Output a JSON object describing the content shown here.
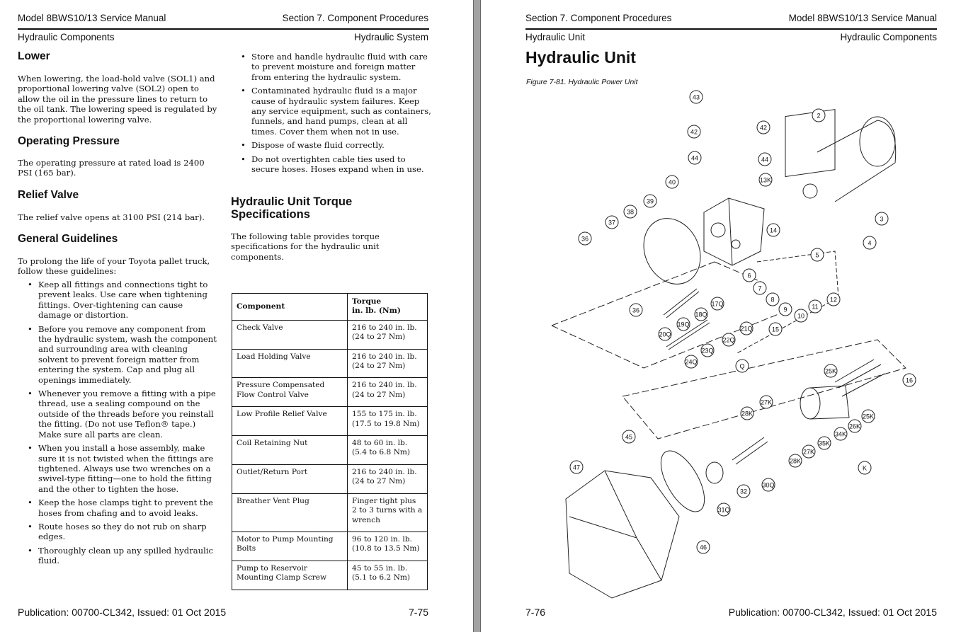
{
  "left_page": {
    "header_left": "Model 8BWS10/13 Service Manual",
    "header_right": "Section 7.  Component Procedures",
    "subheader_left": "Hydraulic Components",
    "subheader_right": "Hydraulic System",
    "lower_title": "Lower",
    "lower_text": "When lowering, the load-hold valve (SOL1) and proportional lowering valve (SOL2) open to allow the oil in the pressure lines to return to the oil tank. The lowering speed is regulated by the proportional lowering valve.",
    "op_title": "Operating Pressure",
    "op_text": "The operating pressure at rated load is 2400 PSI (165 bar).",
    "relief_title": "Relief Valve",
    "relief_text": "The relief valve opens at 3100 PSI (214 bar).",
    "gg_title": "General Guidelines",
    "gg_intro": "To prolong the life of your Toyota pallet truck, follow these guidelines:",
    "gg_items": [
      "Keep all fittings and connections tight to prevent leaks. Use care when tightening fittings. Over-tightening can cause damage or distortion.",
      "Before you remove any component from the hydraulic system, wash the component and surrounding area with cleaning solvent to prevent foreign matter from entering the system. Cap and plug all openings immediately.",
      "Whenever you remove a fitting with a pipe thread, use a sealing compound on the outside of the threads before you reinstall the fitting. (Do not use Teflon® tape.) Make sure all parts are clean.",
      "When you install a hose assembly, make sure it is not twisted when the fittings are tightened. Always use two wrenches on a swivel-type fitting—one to hold the fitting and the other to tighten the hose.",
      "Keep the hose clamps tight to prevent the hoses from chafing and to avoid leaks.",
      "Route hoses so they do not rub on sharp edges.",
      "Thoroughly clean up any spilled hydraulic fluid."
    ],
    "col2_items": [
      "Store and handle hydraulic fluid with care to prevent moisture and foreign matter from entering the hydraulic system.",
      "Contaminated hydraulic fluid is a major cause of hydraulic system failures. Keep any service equipment, such as containers, funnels, and hand pumps, clean at all times. Cover them when not in use.",
      "Dispose of waste fluid correctly.",
      "Do not overtighten cable ties used to secure hoses. Hoses expand when in use."
    ],
    "torque_title": "Hydraulic Unit Torque Specifications",
    "torque_intro": "The following table provides torque specifications for the hydraulic unit components.",
    "table": {
      "headers": [
        "Component",
        "Torque\nin. lb. (Nm)"
      ],
      "rows": [
        [
          "Check Valve",
          "216 to 240 in. lb.\n(24 to 27 Nm)"
        ],
        [
          "Load Holding Valve",
          "216 to 240 in. lb.\n(24 to 27 Nm)"
        ],
        [
          "Pressure Compensated Flow Control Valve",
          "216 to 240 in. lb.\n(24 to 27 Nm)"
        ],
        [
          "Low Profile Relief Valve",
          "155 to 175 in. lb.\n(17.5 to 19.8 Nm)"
        ],
        [
          "Coil Retaining Nut",
          "48 to 60 in. lb.\n(5.4 to 6.8 Nm)"
        ],
        [
          "Outlet/Return Port",
          "216 to 240 in. lb.\n(24 to 27 Nm)"
        ],
        [
          "Breather Vent Plug",
          "Finger tight plus 2 to 3 turns with a wrench"
        ],
        [
          "Motor to Pump Mounting Bolts",
          "96 to 120 in. lb.\n(10.8 to 13.5 Nm)"
        ],
        [
          "Pump to Reservoir Mounting Clamp Screw",
          "45 to 55 in. lb.\n(5.1 to 6.2 Nm)"
        ]
      ]
    },
    "footer_left": "Publication: 00700-CL342, Issued: 01 Oct 2015",
    "footer_right": "7-75"
  },
  "right_page": {
    "header_left": "Section 7.  Component Procedures",
    "header_right": "Model 8BWS10/13 Service Manual",
    "subheader_left": "Hydraulic Unit",
    "subheader_right": "Hydraulic Components",
    "title": "Hydraulic Unit",
    "figure_caption": "Figure 7-81.    Hydraulic Power Unit",
    "callouts": [
      "43",
      "2",
      "42",
      "42",
      "44",
      "44",
      "13K",
      "40",
      "39",
      "38",
      "37",
      "36",
      "14",
      "3",
      "4",
      "5",
      "6",
      "7",
      "8",
      "9",
      "10",
      "11",
      "12",
      "17Q",
      "18Q",
      "19Q",
      "36",
      "20Q",
      "21Q",
      "22Q",
      "15",
      "23Q",
      "24Q",
      "Q",
      "16",
      "25K",
      "27K",
      "28K",
      "25K",
      "26K",
      "34K",
      "35K",
      "27K",
      "28K",
      "K",
      "45",
      "47",
      "32",
      "30Q",
      "31Q",
      "46"
    ],
    "footer_left": "7-76",
    "footer_right": "Publication: 00700-CL342, Issued: 01 Oct 2015"
  }
}
